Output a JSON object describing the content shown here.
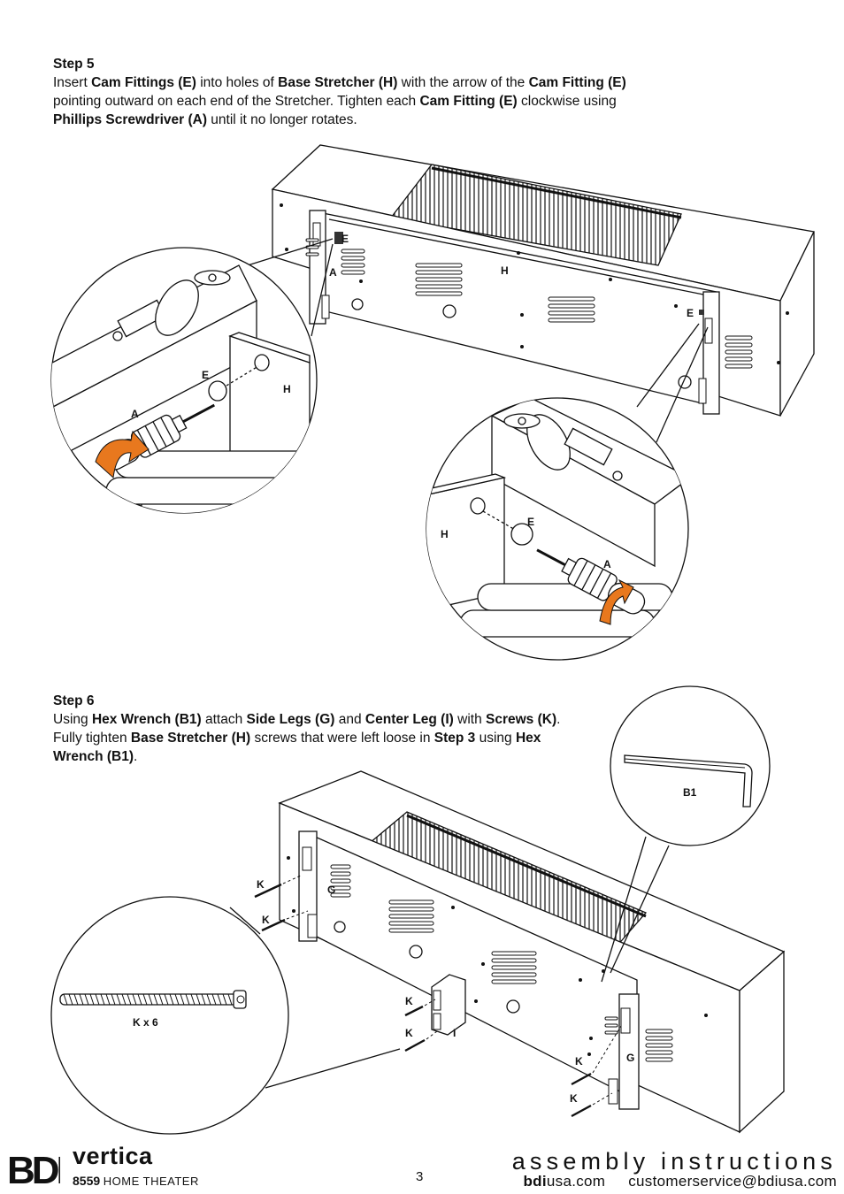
{
  "step5": {
    "title": "Step 5",
    "segments": [
      {
        "t": "Insert ",
        "b": false
      },
      {
        "t": "Cam Fittings (E)",
        "b": true
      },
      {
        "t": " into holes of ",
        "b": false
      },
      {
        "t": "Base Stretcher (H)",
        "b": true
      },
      {
        "t": " with the arrow of the ",
        "b": false
      },
      {
        "t": "Cam Fitting (E)",
        "b": true
      },
      {
        "t": " pointing outward on each end of the Stretcher. Tighten each ",
        "b": false
      },
      {
        "t": "Cam Fitting (E)",
        "b": true
      },
      {
        "t": " clockwise using ",
        "b": false
      },
      {
        "t": "Phillips Screwdriver (A)",
        "b": true
      },
      {
        "t": " until it no longer rotates.",
        "b": false
      }
    ]
  },
  "step6": {
    "title": "Step 6",
    "segments": [
      {
        "t": "Using ",
        "b": false
      },
      {
        "t": "Hex Wrench (B1)",
        "b": true
      },
      {
        "t": " attach ",
        "b": false
      },
      {
        "t": "Side Legs (G)",
        "b": true
      },
      {
        "t": " and ",
        "b": false
      },
      {
        "t": "Center Leg (I)",
        "b": true
      },
      {
        "t": " with ",
        "b": false
      },
      {
        "t": "Screws (K)",
        "b": true
      },
      {
        "t": ". Fully tighten ",
        "b": false
      },
      {
        "t": "Base Stretcher (H)",
        "b": true
      },
      {
        "t": " screws that were left loose in ",
        "b": false
      },
      {
        "t": "Step 3",
        "b": true
      },
      {
        "t": " using ",
        "b": false
      },
      {
        "t": "Hex Wrench (B1)",
        "b": true
      },
      {
        "t": ".",
        "b": false
      }
    ]
  },
  "labels": {
    "E": "E",
    "A": "A",
    "H": "H",
    "G": "G",
    "K": "K",
    "I": "I",
    "B1": "B1",
    "k_count": "K x 6"
  },
  "footer": {
    "logo_text": "BDI",
    "product_name": "vertica",
    "product_number": "8559",
    "product_desc": "HOME THEATER",
    "page_number": "3",
    "assembly": "assembly instructions",
    "domain_bold": "bdi",
    "domain_rest": "usa.com",
    "email": "customerservice@bdiusa.com"
  },
  "colors": {
    "arrow": "#e8781e",
    "line": "#111111"
  }
}
